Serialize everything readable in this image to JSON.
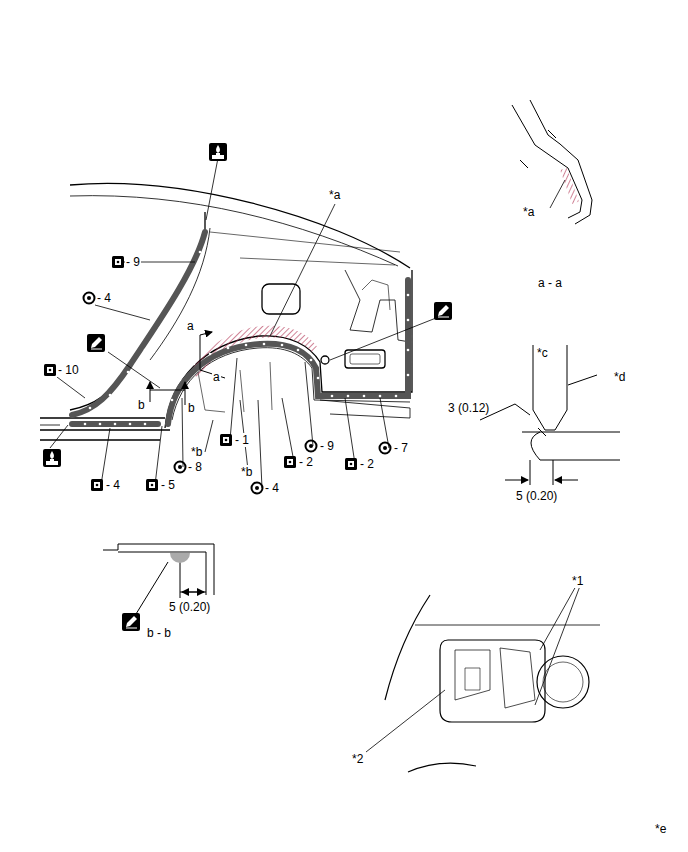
{
  "diagram": {
    "labels": [
      "*a",
      "*a",
      "a - a",
      "- 9",
      "- 4",
      "*c",
      "*d",
      "3 (0.12)",
      "a",
      "a",
      "- 10",
      "b",
      "b",
      "*b",
      "- 1",
      "- 9",
      "- 2",
      "- 2",
      "- 7",
      "- 8",
      "*b",
      "- 4",
      "- 4",
      "- 5",
      "5 (0.20)",
      "5 (0.20)",
      "b - b",
      "*1",
      "*2",
      "*e"
    ]
  }
}
